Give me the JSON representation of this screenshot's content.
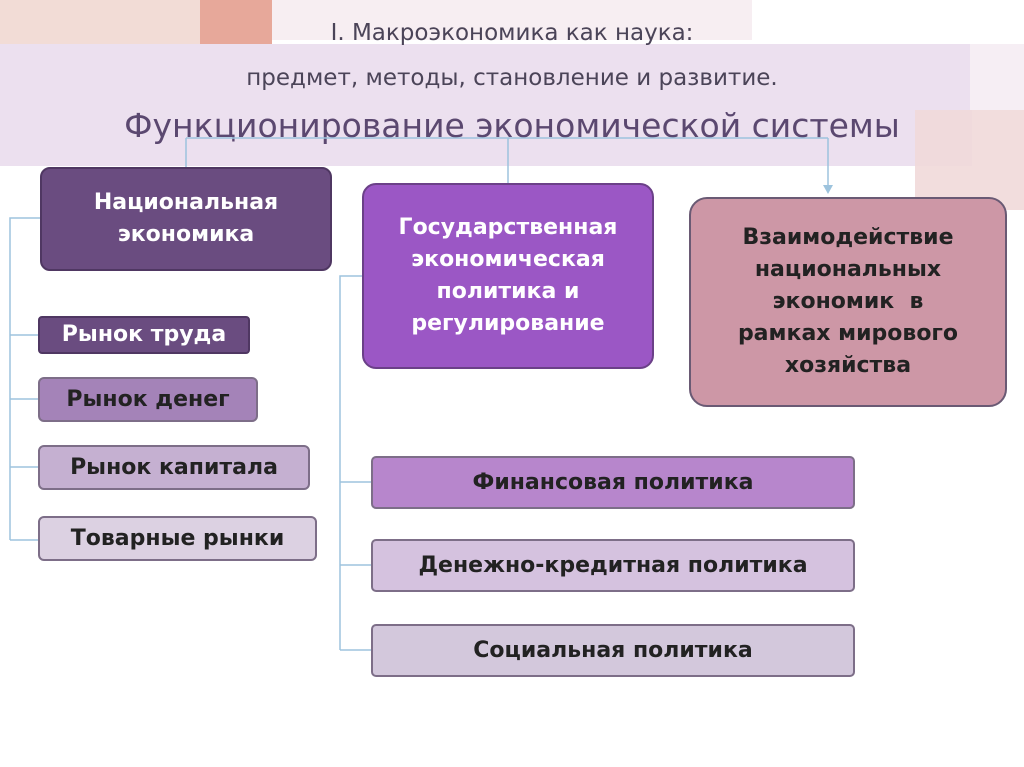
{
  "header": {
    "line1": "I. Макроэкономика как наука:",
    "line2": "предмет, методы, становление и развитие.",
    "title": "Функционирование экономической системы"
  },
  "boxes": {
    "national": [
      "Национальная",
      "экономика"
    ],
    "gov": [
      "Государственная",
      "экономическая",
      "политика и",
      "регулирование"
    ],
    "inter": [
      "Взаимодействие",
      "национальных",
      "экономик  в",
      "рамках мирового",
      "хозяйства"
    ]
  },
  "markets": [
    "Рынок труда",
    "Рынок денег",
    "Рынок капитала",
    "Товарные рынки"
  ],
  "policies": [
    "Финансовая политика",
    "Денежно-кредитная политика",
    "Социальная политика"
  ],
  "colors": {
    "national": "#6a4c80",
    "gov": "#9b57c5",
    "inter": "#cd97a6",
    "connector": "#9dc3dd"
  }
}
